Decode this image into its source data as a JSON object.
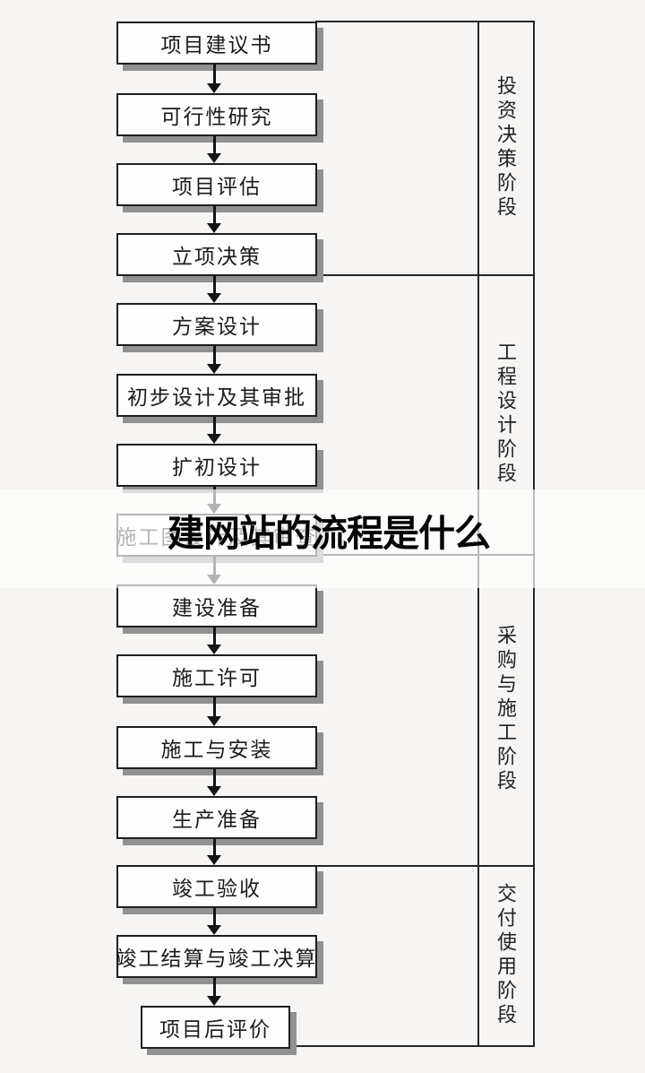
{
  "background_color": "#f6f5f3",
  "colors": {
    "box_border": "#1e1e1e",
    "box_fill": "#fdfdfd",
    "box_shadow": "#919191",
    "arrow": "#141414",
    "phase_line": "#262626",
    "watermark_text": "#050505",
    "watermark_band": "rgba(255,255,255,0.68)"
  },
  "watermark": {
    "text": "建网站的流程是什么"
  },
  "flowchart": {
    "boxes": [
      {
        "label": "项目建议书"
      },
      {
        "label": "可行性研究"
      },
      {
        "label": "项目评估"
      },
      {
        "label": "立项决策"
      },
      {
        "label": "方案设计"
      },
      {
        "label": "初步设计及其审批"
      },
      {
        "label": "扩初设计"
      },
      {
        "label": "施工图设计及其审查"
      },
      {
        "label": "建设准备"
      },
      {
        "label": "施工许可"
      },
      {
        "label": "施工与安装"
      },
      {
        "label": "生产准备"
      },
      {
        "label": "竣工验收"
      },
      {
        "label": "竣工结算与竣工决算"
      },
      {
        "label": "项目后评价"
      }
    ],
    "phases": [
      {
        "label": "投资决策阶段"
      },
      {
        "label": "工程设计阶段"
      },
      {
        "label": "采购与施工阶段"
      },
      {
        "label": "交付使用阶段"
      }
    ]
  }
}
